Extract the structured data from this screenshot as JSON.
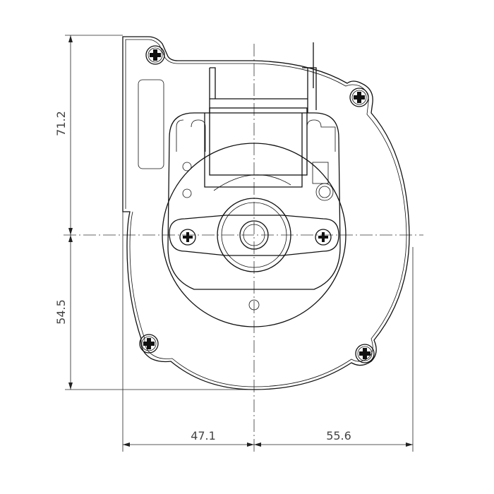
{
  "dimensions": {
    "top_height": "71.2",
    "bottom_height": "54.5",
    "left_width": "47.1",
    "right_width": "55.6"
  },
  "colors": {
    "line": "#111111",
    "background": "#ffffff"
  }
}
